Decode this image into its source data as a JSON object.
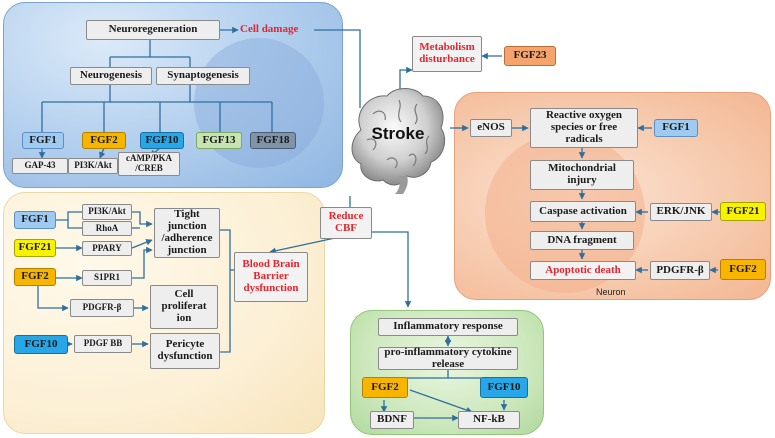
{
  "brain": {
    "label": "Stroke"
  },
  "top_panel": {
    "neuroregeneration": "Neuroregeneration",
    "cell_damage": "Cell damage",
    "neurogenesis": "Neurogenesis",
    "synaptogenesis": "Synaptogenesis",
    "fgfs": [
      "FGF1",
      "FGF2",
      "FGF10",
      "FGF13",
      "FGF18"
    ],
    "targets": [
      "GAP-43",
      "PI3K/Akt",
      "cAMP/PKA /CREB"
    ]
  },
  "metabolism": {
    "label": "Metabolism disturbance",
    "fgf": "FGF23"
  },
  "neuron_panel": {
    "enos": "eNOS",
    "ros": "Reactive oxygen species or free radicals",
    "fgf1": "FGF1",
    "mito": "Mitochondrial injury",
    "caspase": "Caspase activation",
    "erk": "ERK/JNK",
    "fgf21": "FGF21",
    "dna": "DNA fragment",
    "apoptotic": "Apoptotic death",
    "pdgfr": "PDGFR-β",
    "fgf2": "FGF2",
    "caption": "Neuron"
  },
  "reduce_cbf": "Reduce CBF",
  "bbb_panel": {
    "fgf1": "FGF1",
    "fgf21": "FGF21",
    "fgf2": "FGF2",
    "fgf10": "FGF10",
    "pi3k": "PI3K/Akt",
    "rhoa": "RhoA",
    "ppary": "PPARY",
    "s1pr1": "S1PR1",
    "pdgfr": "PDGFR-β",
    "pdgfbb": "PDGF BB",
    "tight": "Tight junction /adherence junction",
    "prolif": "Cell proliferat ion",
    "pericyte": "Pericyte dysfunction",
    "bbb": "Blood Brain Barrier dysfunction"
  },
  "inflam_panel": {
    "inflam": "Inflammatory response",
    "cytokine": "pro-inflammatory cytokine release",
    "fgf2": "FGF2",
    "fgf10": "FGF10",
    "bdnf": "BDNF",
    "nfkb": "NF-kB"
  },
  "colors": {
    "wire": "#2f6f9f",
    "red_text": "#e3262f",
    "top_panel": "#b7d2ef",
    "left_panel": "#fcf0d6",
    "right_panel": "#f6c9ac",
    "bottom_panel": "#cde8bd"
  }
}
